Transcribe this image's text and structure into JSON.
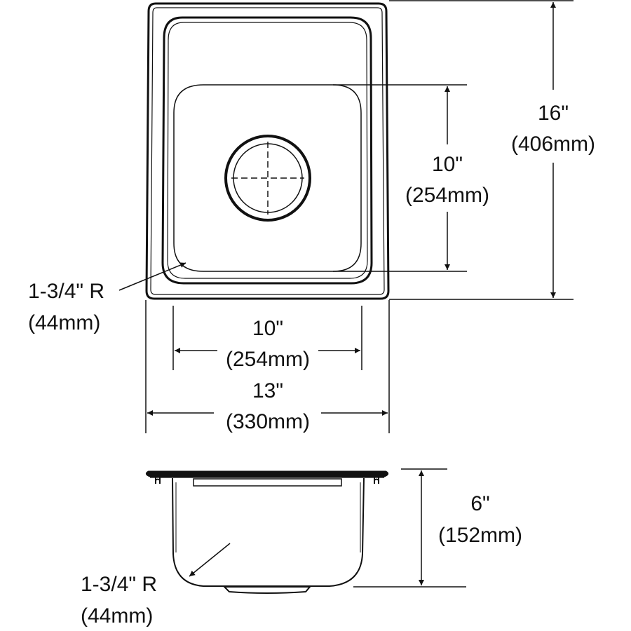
{
  "drawing": {
    "line_color": "#111111",
    "background": "#ffffff",
    "top_view": {
      "overall_height": {
        "inches": "16\"",
        "mm": "(406mm)"
      },
      "bowl_length": {
        "inches": "10\"",
        "mm": "(254mm)"
      },
      "bowl_width": {
        "inches": "10\"",
        "mm": "(254mm)"
      },
      "overall_width": {
        "inches": "13\"",
        "mm": "(330mm)"
      },
      "corner_radius": {
        "inches": "1-3/4\" R",
        "mm": "(44mm)"
      }
    },
    "side_view": {
      "depth": {
        "inches": "6\"",
        "mm": "(152mm)"
      },
      "corner_radius": {
        "inches": "1-3/4\" R",
        "mm": "(44mm)"
      }
    }
  }
}
